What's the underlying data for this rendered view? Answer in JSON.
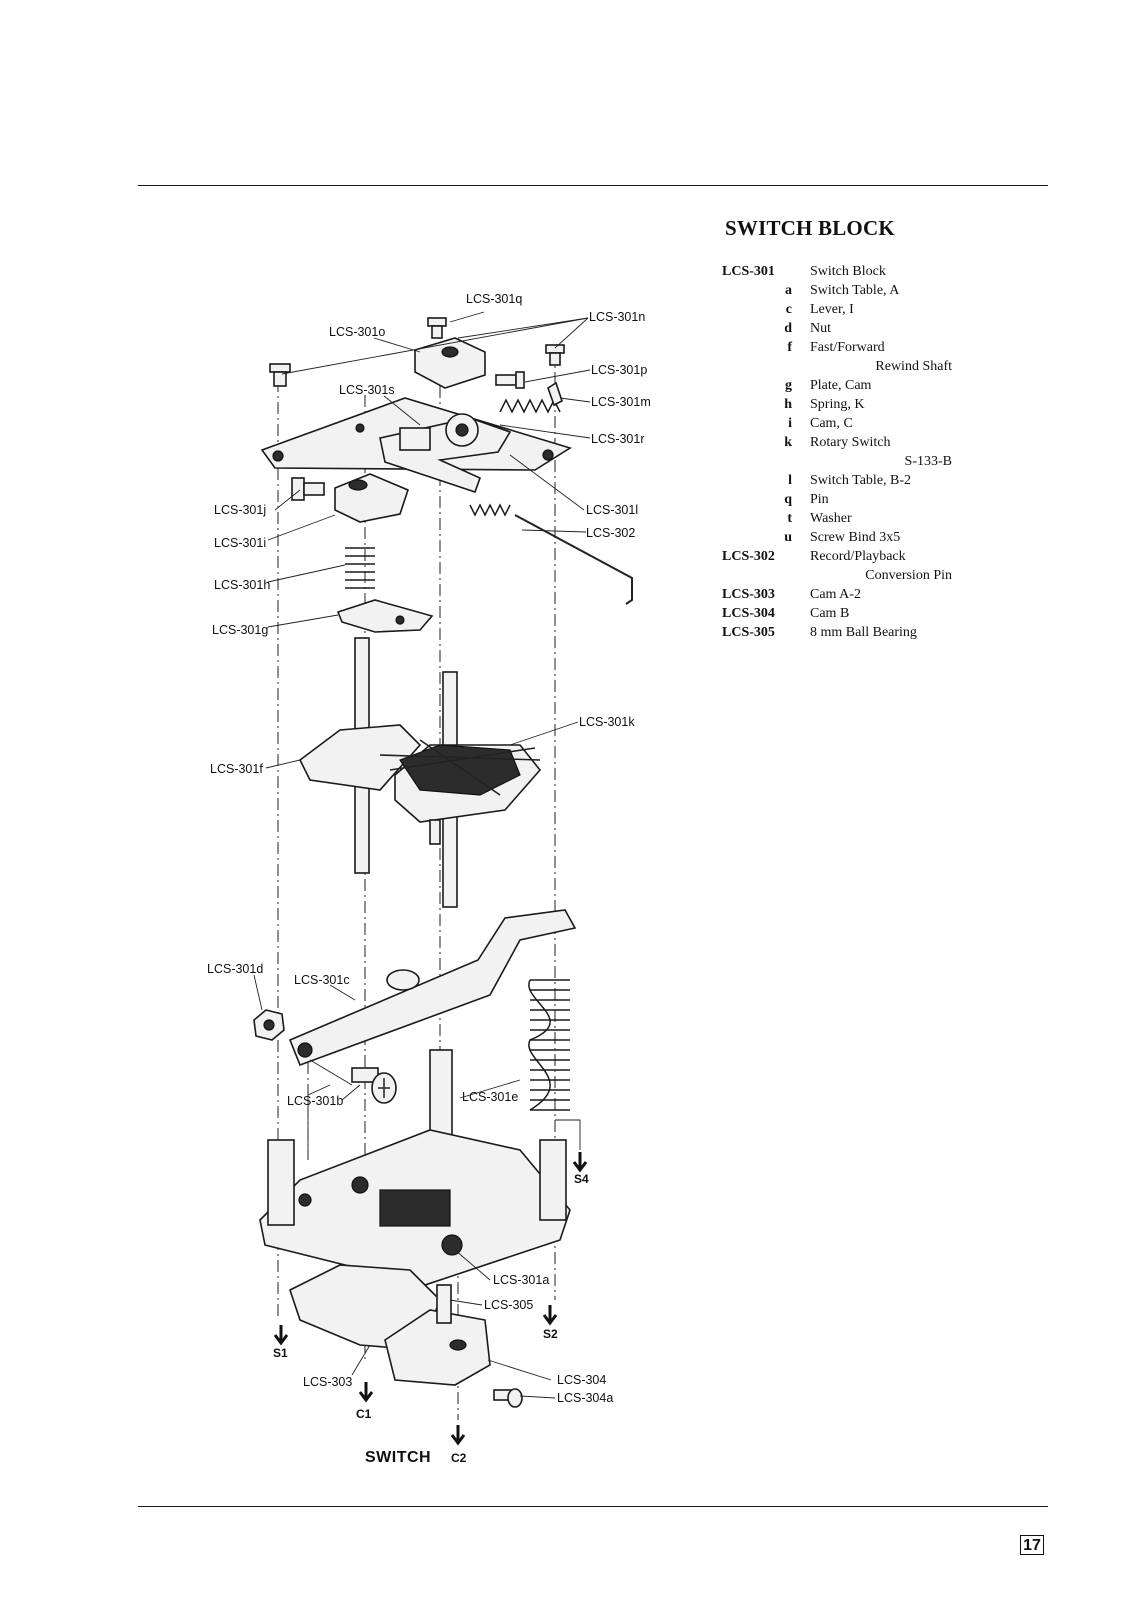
{
  "header": {
    "section_title": "SWITCH BLOCK"
  },
  "parts_list": [
    {
      "code": "LCS-301",
      "desc": "Switch Block"
    },
    {
      "code": "a",
      "desc": "Switch Table, A"
    },
    {
      "code": "c",
      "desc": "Lever, I"
    },
    {
      "code": "d",
      "desc": "Nut"
    },
    {
      "code": "f",
      "desc": "Fast/Forward",
      "desc_cont": "Rewind Shaft"
    },
    {
      "code": "g",
      "desc": "Plate, Cam"
    },
    {
      "code": "h",
      "desc": "Spring, K"
    },
    {
      "code": "i",
      "desc": "Cam, C"
    },
    {
      "code": "k",
      "desc": "Rotary Switch",
      "desc_cont": "S-133-B"
    },
    {
      "code": "l",
      "desc": "Switch Table, B-2"
    },
    {
      "code": "q",
      "desc": "Pin"
    },
    {
      "code": "t",
      "desc": "Washer"
    },
    {
      "code": "u",
      "desc": "Screw Bind 3x5"
    },
    {
      "code": "LCS-302",
      "desc": "Record/Playback",
      "desc_cont": "Conversion Pin"
    },
    {
      "code": "LCS-303",
      "desc": "Cam A-2"
    },
    {
      "code": "LCS-304",
      "desc": "Cam B"
    },
    {
      "code": "LCS-305",
      "desc": "8 mm Ball Bearing"
    }
  ],
  "diagram": {
    "labels": {
      "q": "LCS-301q",
      "n": "LCS-301n",
      "o": "LCS-301o",
      "p": "LCS-301p",
      "s": "LCS-301s",
      "m": "LCS-301m",
      "r": "LCS-301r",
      "j": "LCS-301j",
      "l": "LCS-301l",
      "i": "LCS-301i",
      "lcs302": "LCS-302",
      "h": "LCS-301h",
      "g": "LCS-301g",
      "k": "LCS-301k",
      "f": "LCS-301f",
      "d": "LCS-301d",
      "c": "LCS-301c",
      "b": "LCS-301b",
      "e": "LCS-301e",
      "a": "LCS-301a",
      "lcs305": "LCS-305",
      "lcs303": "LCS-303",
      "lcs304": "LCS-304",
      "lcs304a": "LCS-304a"
    },
    "arrows": {
      "s1": "S1",
      "s2": "S2",
      "s4": "S4",
      "c1": "C1",
      "c2": "C2"
    },
    "caption": "SWITCH"
  },
  "footer": {
    "page_number": "17"
  }
}
